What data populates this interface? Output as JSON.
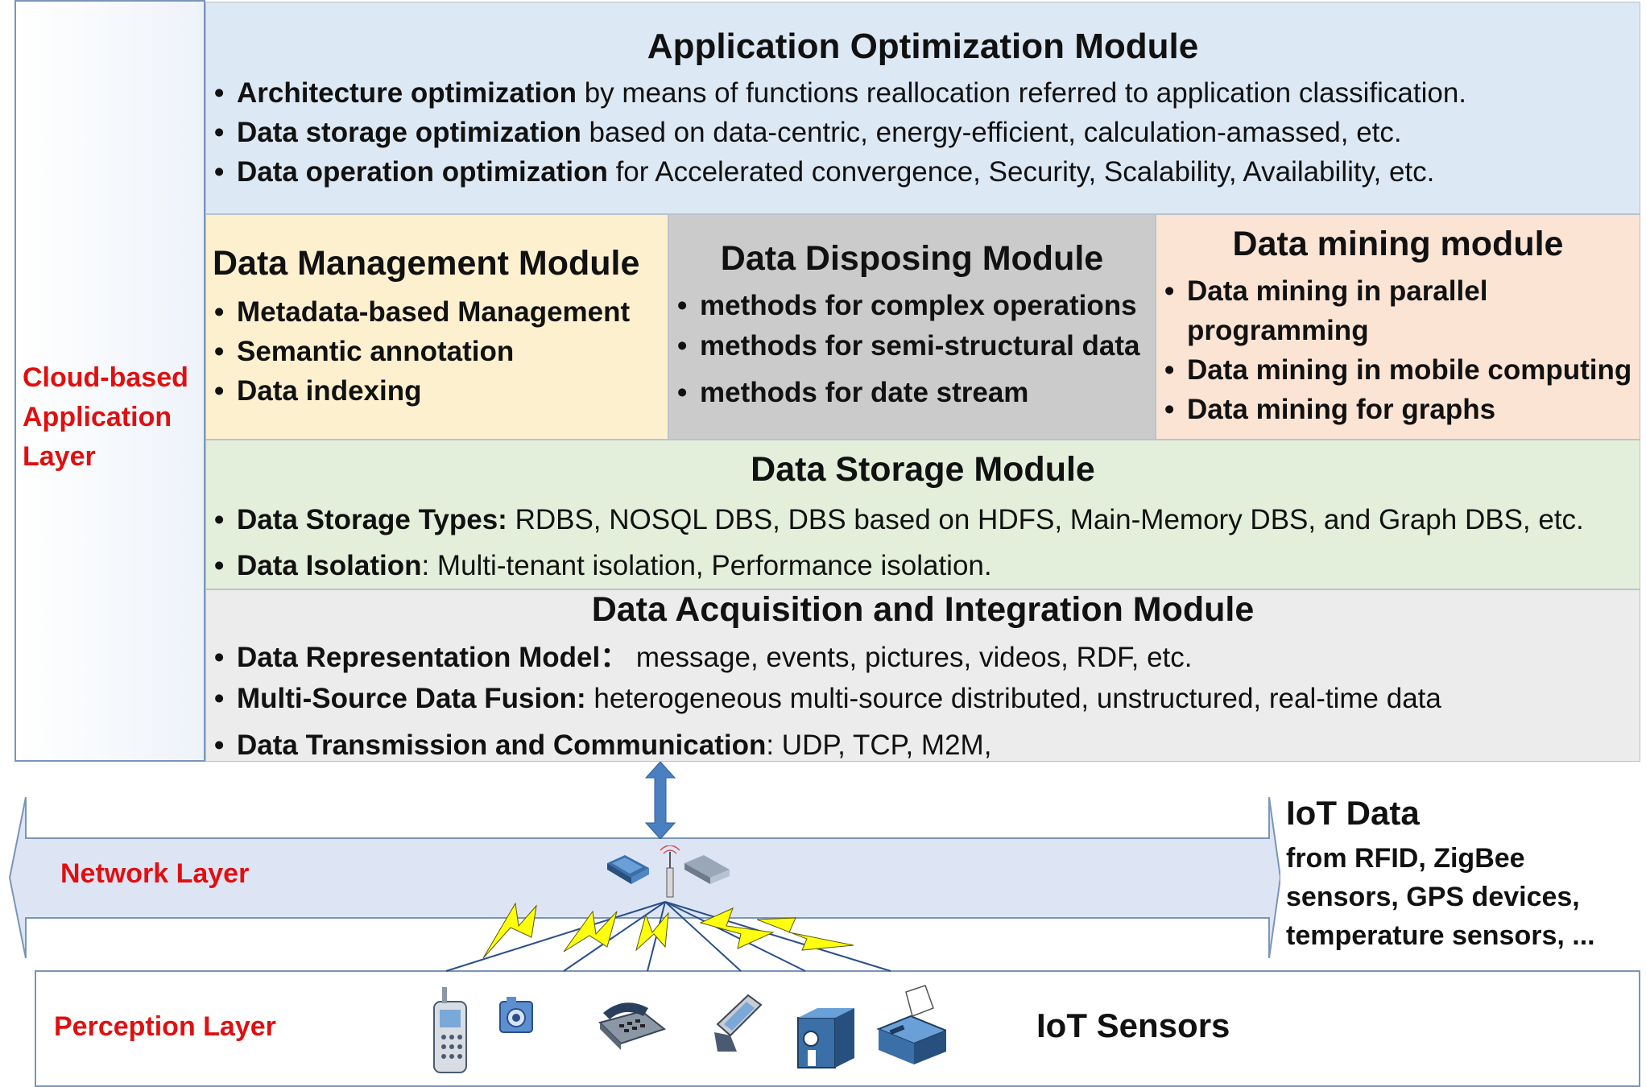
{
  "cloud_layer": {
    "label_lines": [
      "Cloud-based",
      "Application",
      "Layer"
    ]
  },
  "application_optimization": {
    "title": "Application Optimization Module",
    "items": [
      {
        "bold": "Architecture optimization",
        "text": " by means of functions reallocation referred to application classification."
      },
      {
        "bold": "Data storage optimization",
        "text": " based on data-centric, energy-efficient, calculation-amassed, etc."
      },
      {
        "bold": "Data operation optimization",
        "text": " for Accelerated convergence, Security, Scalability, Availability, etc."
      }
    ]
  },
  "data_management": {
    "title": "Data Management Module",
    "items": [
      "Metadata-based Management",
      "Semantic annotation",
      "Data indexing"
    ]
  },
  "data_disposing": {
    "title": "Data Disposing Module",
    "items": [
      "methods for complex operations",
      "methods for semi-structural data",
      "methods for date stream"
    ]
  },
  "data_mining": {
    "title": "Data mining module",
    "item1_lines": [
      "Data mining in parallel",
      "programming"
    ],
    "item2": "Data mining in mobile computing",
    "item3": "Data mining for graphs"
  },
  "data_storage": {
    "title": "Data Storage Module",
    "items": [
      {
        "bold": "Data Storage Types:",
        "text": " RDBS, NOSQL DBS, DBS based on HDFS, Main-Memory DBS, and Graph DBS, etc."
      },
      {
        "bold": "Data Isolation",
        "text": ": Multi-tenant isolation, Performance isolation."
      }
    ]
  },
  "data_acquisition": {
    "title": "Data Acquisition and Integration Module",
    "items": [
      {
        "bold": "Data Representation Model：",
        "text": " message, events, pictures, videos, RDF, etc."
      },
      {
        "bold": "Multi-Source Data Fusion:",
        "text": " heterogeneous multi-source distributed, unstructured, real-time data"
      },
      {
        "bold": "Data Transmission and Communication",
        "text": ": UDP,  TCP, M2M,"
      }
    ]
  },
  "network_layer": {
    "label": "Network Layer"
  },
  "perception_layer": {
    "label": "Perception Layer",
    "sensors_label": "IoT Sensors"
  },
  "iot_data": {
    "title": "IoT Data",
    "lines": [
      "from RFID, ZigBee",
      "sensors, GPS devices,",
      "temperature sensors, ..."
    ]
  },
  "colors": {
    "layer_label": "#e01010",
    "app_opt_bg": "#dde8f5",
    "data_mgmt_bg": "#fdf0cf",
    "data_disp_bg": "#cbcbcb",
    "data_mining_bg": "#fbe4d4",
    "data_storage_bg": "#e3efda",
    "data_acq_bg": "#ececec",
    "network_band": "#dde5f5",
    "arrow": "#4a80c0",
    "lightning": "#ffff10"
  }
}
